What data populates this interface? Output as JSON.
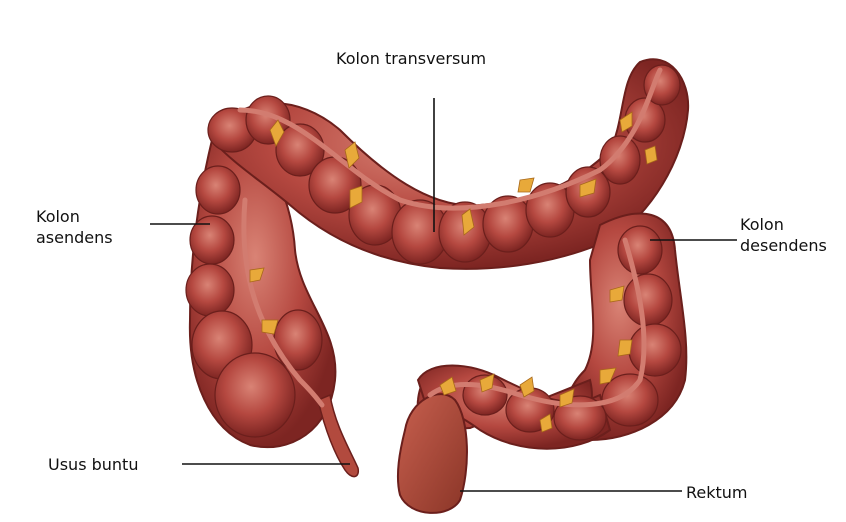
{
  "labels": {
    "kolon_transversum": "Kolon transversum",
    "kolon_asendens": [
      "Kolon",
      "asendens"
    ],
    "kolon_desendens": [
      "Kolon",
      "desendens"
    ],
    "usus_buntu": "Usus buntu",
    "rektum": "Rektum"
  },
  "colors": {
    "colon_fill": "#b94a43",
    "colon_dark": "#7d2522",
    "colon_light": "#d77a6e",
    "fat_yellow": "#e8a93a",
    "leader_line": "#111111"
  }
}
